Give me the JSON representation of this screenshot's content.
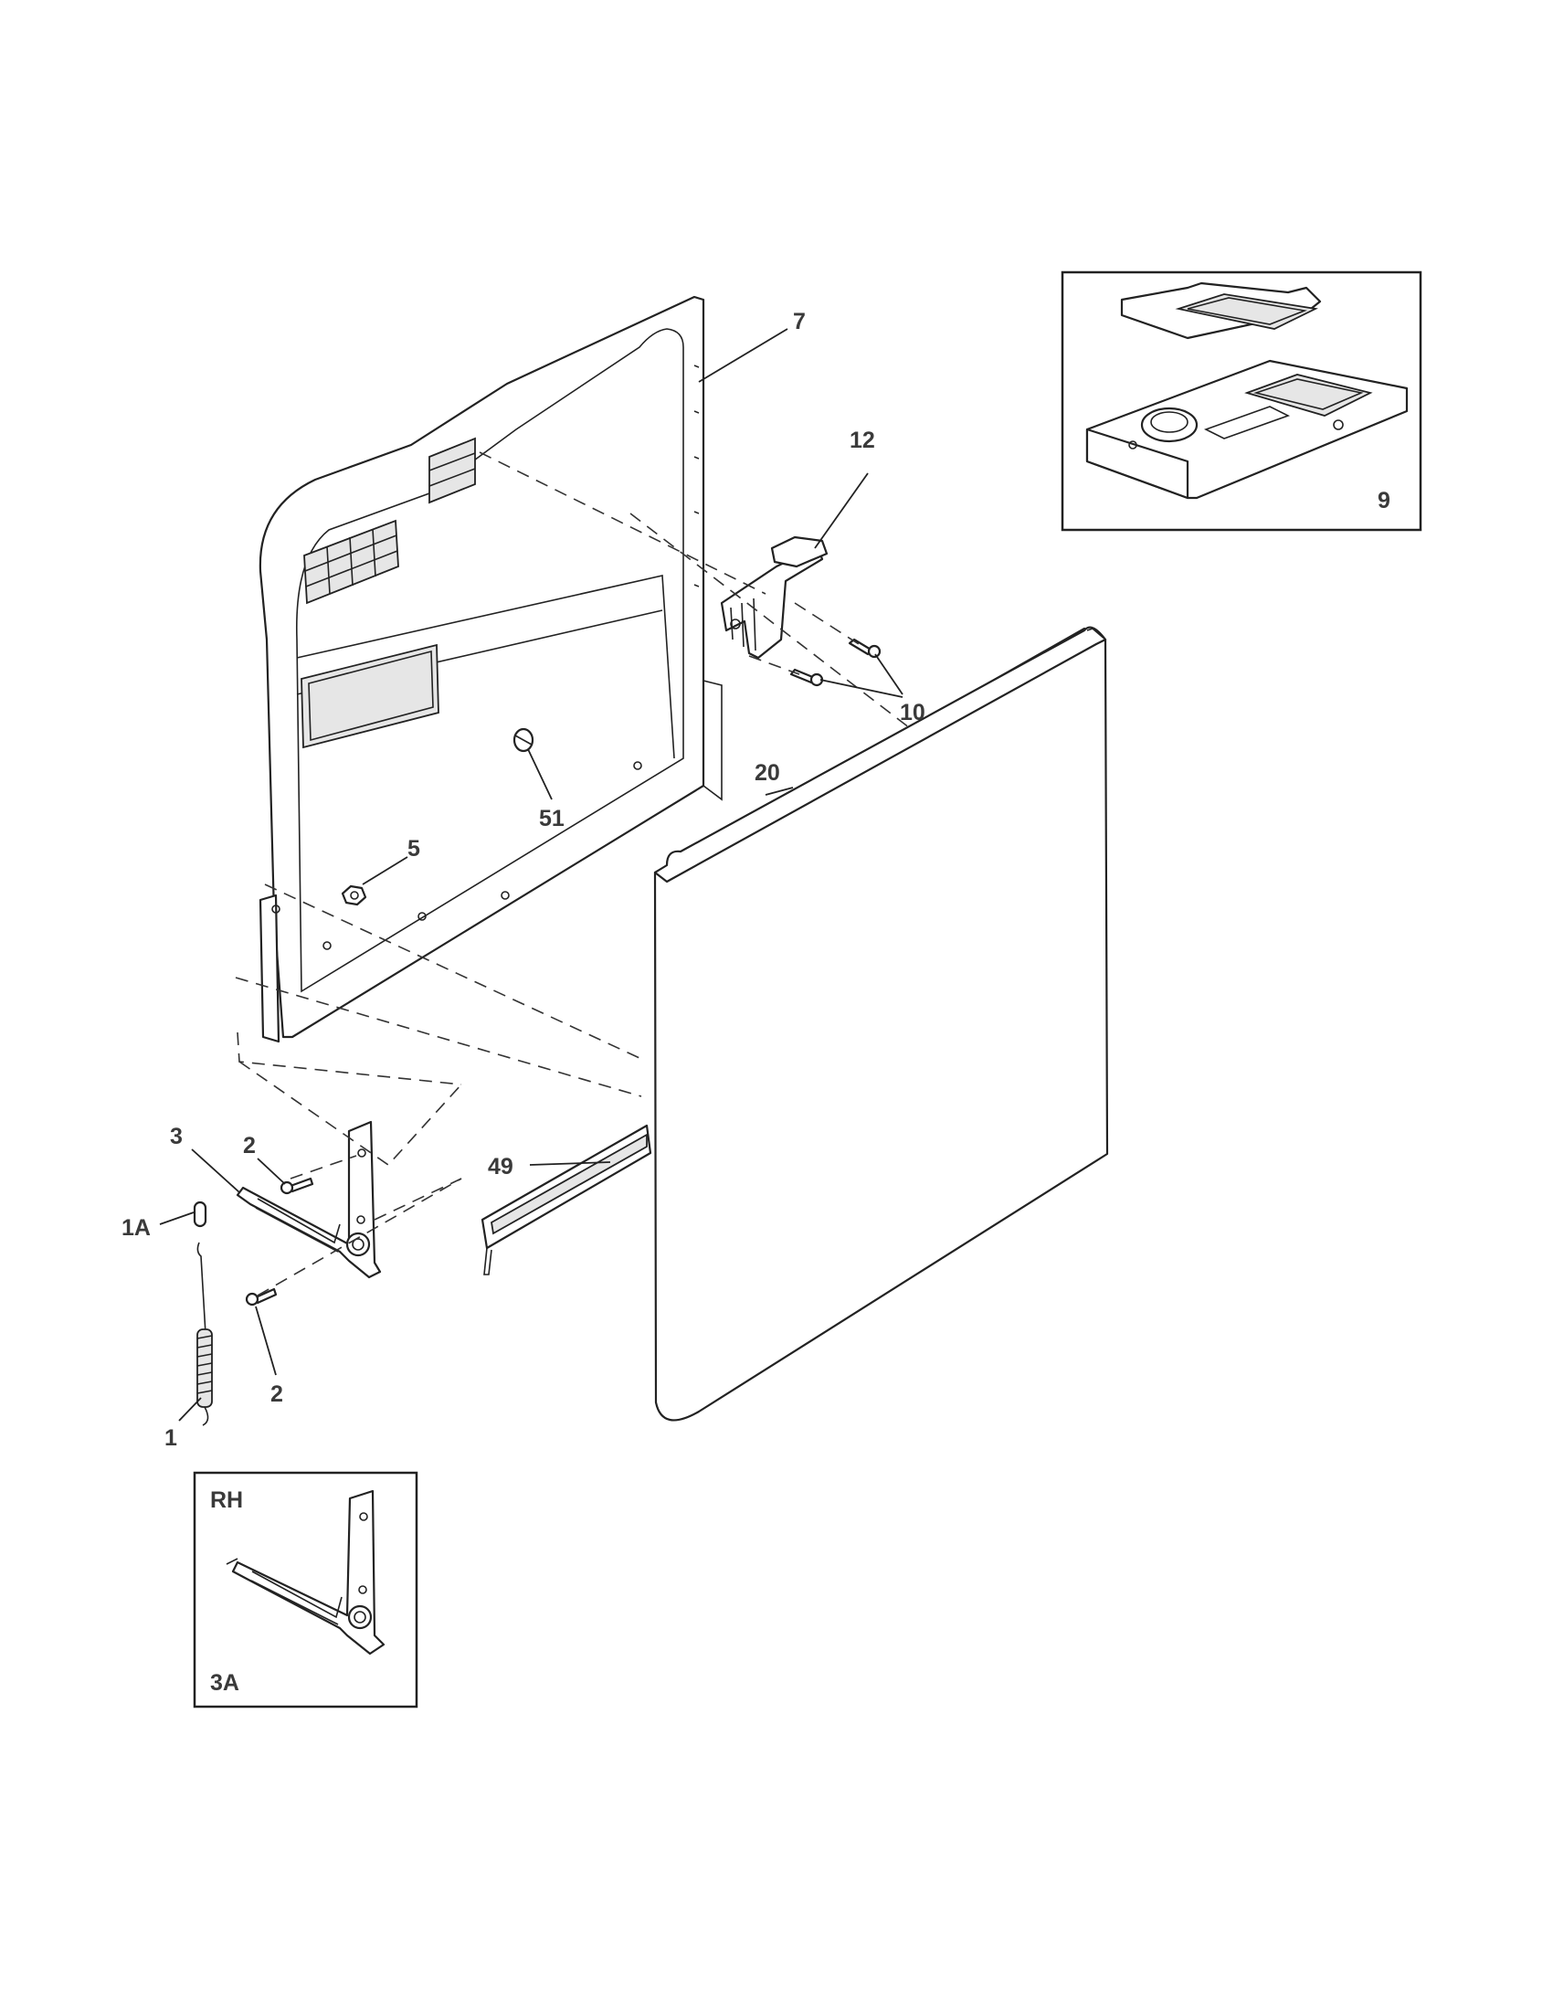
{
  "callouts": {
    "p7": "7",
    "p12": "12",
    "p9": "9",
    "p10": "10",
    "p20": "20",
    "p51": "51",
    "p5": "5",
    "p2_upper": "2",
    "p3": "3",
    "p1A": "1A",
    "p49": "49",
    "p2_lower": "2",
    "p1": "1"
  },
  "inset_hinge": {
    "side_label": "RH",
    "part_label": "3A"
  },
  "colors": {
    "line": "#222222",
    "label": "#3a3a3a",
    "background": "#ffffff"
  }
}
